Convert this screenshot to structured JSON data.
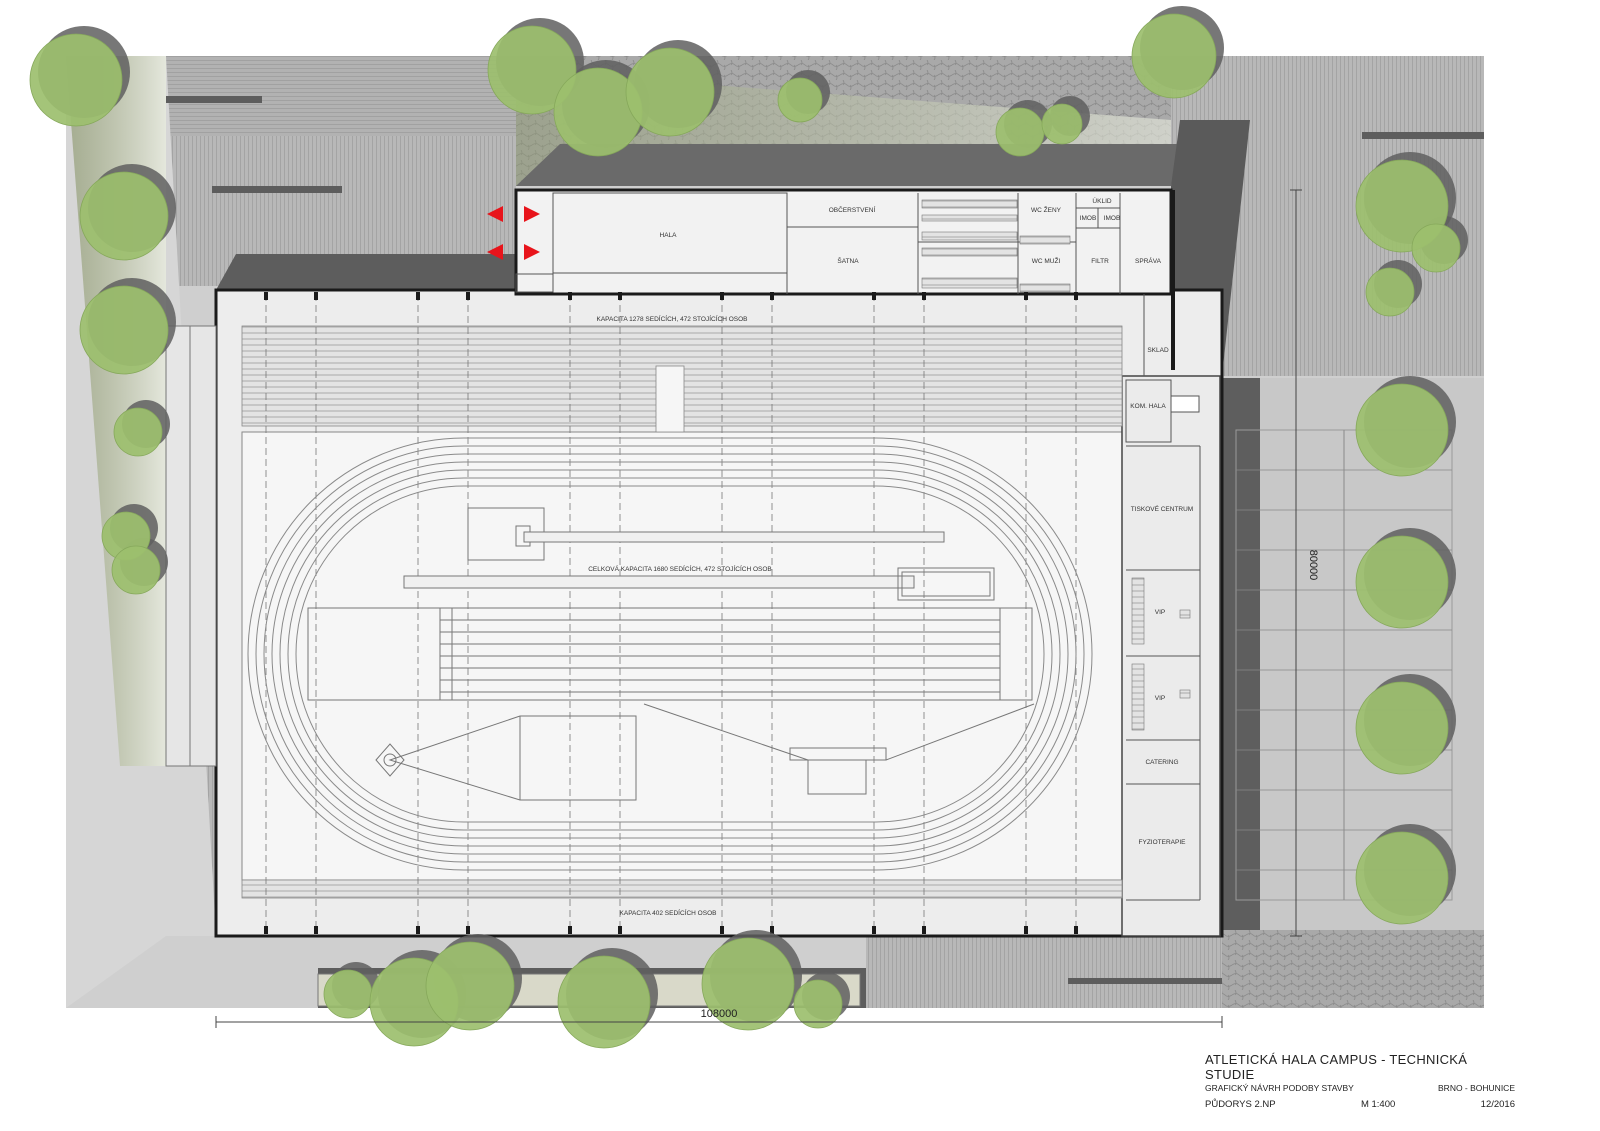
{
  "title_block": {
    "title": "ATLETICKÁ HALA CAMPUS - TECHNICKÁ STUDIE",
    "subtitle": "GRAFICKÝ NÁVRH PODOBY STAVBY",
    "location": "BRNO - BOHUNICE",
    "drawing": "PŮDORYS 2.NP",
    "scale": "M 1:400",
    "date": "12/2016"
  },
  "dimensions": {
    "width": "108000",
    "depth": "80000"
  },
  "capacity": {
    "north_stand": "KAPACITA 1278 SEDÍCÍCH, 472 STOJÍCÍCH OSOB",
    "total": "CELKOVÁ KAPACITA 1680 SEDÍCÍCH, 472 STOJÍCÍCH OSOB",
    "south_stand": "KAPACITA 402 SEDÍCÍCH OSOB"
  },
  "rooms": {
    "hala": "HALA",
    "obcerstveni": "OBČERSTVENÍ",
    "satna": "ŠATNA",
    "wc_zeny": "WC ŽENY",
    "wc_muzi": "WC MUŽI",
    "uklid": "ÚKLID",
    "imob1": "IMOB",
    "imob2": "IMOB",
    "filtr": "FILTR",
    "sprava": "SPRÁVA",
    "sklad": "SKLAD",
    "kom_hala": "KOM. HALA",
    "tiskove_centrum": "TISKOVÉ CENTRUM",
    "vip1": "VIP",
    "vip2": "VIP",
    "catering": "CATERING",
    "fyzioterapie": "FYZIOTERAPIE"
  },
  "colors": {
    "tree": "#9cbf6e",
    "tree_shadow": "#6d6d6d",
    "dark_shadow": "#5a5a5a",
    "paving": "#cccccc",
    "timber": "#a8a8a8",
    "stone": "#b3b09d",
    "entrance_arrow": "#e8141b"
  },
  "icons": [
    "entrance-arrow-icon"
  ]
}
